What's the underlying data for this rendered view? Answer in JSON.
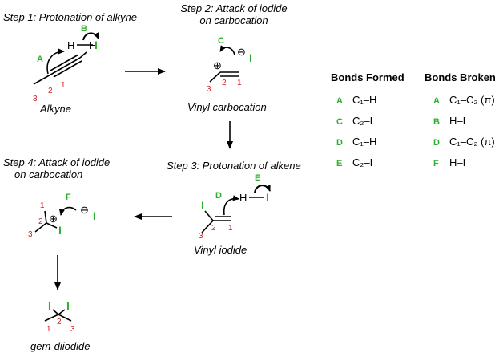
{
  "steps": {
    "step1": "Step 1: Protonation of alkyne",
    "step2_line1": "Step 2: Attack of iodide",
    "step2_line2": "on carbocation",
    "step3": "Step 3: Protonation of alkene",
    "step4_line1": "Step 4: Attack of iodide",
    "step4_line2": "on carbocation"
  },
  "molecules": {
    "alkyne": "Alkyne",
    "vinyl_carbocation": "Vinyl carbocation",
    "vinyl_iodide": "Vinyl iodide",
    "gem_diiodide": "gem-diiodide"
  },
  "atoms": {
    "H": "H",
    "I": "I",
    "plus": "⊕",
    "minus": "⊖"
  },
  "arrow_labels": {
    "A": "A",
    "B": "B",
    "C": "C",
    "D": "D",
    "E": "E",
    "F": "F"
  },
  "carbon_numbers": {
    "n1": "1",
    "n2": "2",
    "n3": "3"
  },
  "table": {
    "formed_header": "Bonds Formed",
    "broken_header": "Bonds Broken",
    "formed": [
      {
        "label": "A",
        "bond": "C₁–H"
      },
      {
        "label": "C",
        "bond": "C₂–I"
      },
      {
        "label": "D",
        "bond": "C₁–H"
      },
      {
        "label": "E",
        "bond": "C₂–I"
      }
    ],
    "broken": [
      {
        "label": "A",
        "bond": "C₁–C₂ (π)"
      },
      {
        "label": "B",
        "bond": "H–I"
      },
      {
        "label": "D",
        "bond": "C₁–C₂ (π)"
      },
      {
        "label": "F",
        "bond": "H–I"
      }
    ]
  },
  "colors": {
    "label_green": "#2db02d",
    "number_red": "#d42020"
  }
}
